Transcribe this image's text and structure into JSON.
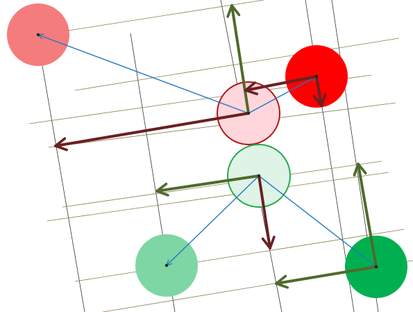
{
  "diagram": {
    "title": "",
    "colors": {
      "background": "#ffffff",
      "grid_dark": "#333333",
      "grid_olive": "#8a7d4f",
      "connector_blue": "#1f77c0",
      "arrow_green": "#4f6b2a",
      "arrow_darkred": "#6b2020",
      "circle_light_red": "#f47c7c",
      "circle_red": "#ff0000",
      "circle_pink_fill": "#ffd6dc",
      "circle_pink_stroke": "#b01515",
      "circle_mint_fill": "#dff3e6",
      "circle_mint_stroke": "#22aa4a",
      "circle_light_green": "#7ed6a4",
      "circle_green": "#00b050"
    },
    "nodes": [
      {
        "id": "light-red",
        "color_key": "circle_light_red"
      },
      {
        "id": "red",
        "color_key": "circle_red"
      },
      {
        "id": "pink-outlined",
        "color_key": "circle_pink_fill"
      },
      {
        "id": "mint-outlined",
        "color_key": "circle_mint_fill"
      },
      {
        "id": "light-green",
        "color_key": "circle_light_green"
      },
      {
        "id": "green",
        "color_key": "circle_green"
      }
    ],
    "connectors": [
      {
        "from": "pink-outlined",
        "to": "light-red"
      },
      {
        "from": "pink-outlined",
        "to": "red"
      },
      {
        "from": "mint-outlined",
        "to": "light-green"
      },
      {
        "from": "mint-outlined",
        "to": "green"
      }
    ],
    "arrows": [
      {
        "from": "pink-outlined",
        "direction": "up",
        "color_key": "arrow_green"
      },
      {
        "from": "pink-outlined",
        "direction": "left",
        "color_key": "arrow_darkred"
      },
      {
        "from": "red",
        "direction": "left",
        "color_key": "arrow_darkred"
      },
      {
        "from": "red",
        "direction": "down",
        "color_key": "arrow_darkred"
      },
      {
        "from": "mint-outlined",
        "direction": "left",
        "color_key": "arrow_green"
      },
      {
        "from": "mint-outlined",
        "direction": "down",
        "color_key": "arrow_darkred"
      },
      {
        "from": "green",
        "direction": "up",
        "color_key": "arrow_green"
      },
      {
        "from": "green",
        "direction": "left",
        "color_key": "arrow_green"
      }
    ]
  }
}
